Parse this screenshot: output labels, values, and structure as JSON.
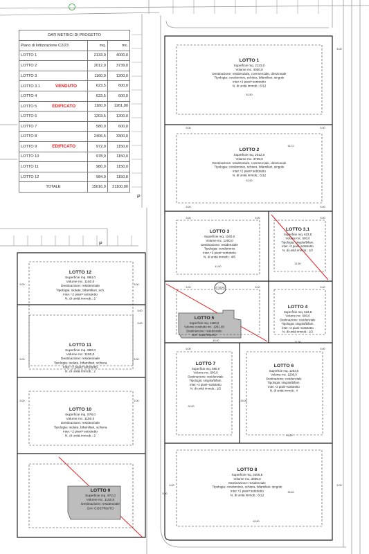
{
  "table": {
    "title": "DATI METRICI DI PROGETTO",
    "columns": [
      "Piano di lottizzazione C2/23",
      "mq.",
      "mc."
    ],
    "rows": [
      {
        "lotto": "LOTTO 1",
        "note": "",
        "mq": "2133,0",
        "mc": "4000,0"
      },
      {
        "lotto": "LOTTO 2",
        "note": "",
        "mq": "2012,0",
        "mc": "3739,0"
      },
      {
        "lotto": "LOTTO 3",
        "note": "",
        "mq": "1160,0",
        "mc": "1200,0"
      },
      {
        "lotto": "LOTTO 3.1",
        "note": "VENDUTO",
        "mq": "623,5",
        "mc": "600,0"
      },
      {
        "lotto": "LOTTO 4",
        "note": "",
        "mq": "623,5",
        "mc": "600,0"
      },
      {
        "lotto": "LOTTO 5",
        "note": "EDIFICATO",
        "mq": "1160,0",
        "mc": "1261,00"
      },
      {
        "lotto": "LOTTO 6",
        "note": "",
        "mq": "1203,5",
        "mc": "1200,0"
      },
      {
        "lotto": "LOTTO 7",
        "note": "",
        "mq": "580,0",
        "mc": "600,0"
      },
      {
        "lotto": "LOTTO 8",
        "note": "",
        "mq": "2406,5",
        "mc": "3300,0"
      },
      {
        "lotto": "LOTTO 9",
        "note": "EDIFICATO",
        "mq": "972,0",
        "mc": "1150,0"
      },
      {
        "lotto": "LOTTO 10",
        "note": "",
        "mq": "978,0",
        "mc": "1150,0"
      },
      {
        "lotto": "LOTTO 11",
        "note": "",
        "mq": "980,0",
        "mc": "1150,0"
      },
      {
        "lotto": "LOTTO 12",
        "note": "",
        "mq": "984,0",
        "mc": "1150,0"
      }
    ],
    "total_label": "TOTALE",
    "total_mq": "15616,0",
    "total_mc": "21100,00"
  },
  "colors": {
    "red_note": "#e31e1e",
    "line": "#222222",
    "built": "#bdbdbd",
    "road": "#9a9a9a"
  },
  "labels": {
    "parking": "P",
    "plan_badge": "C2/23"
  },
  "lots": {
    "l1": {
      "title": "LOTTO 1",
      "lines": [
        "Superficie mq. 2133,0",
        "Volume mc. 4000,0",
        "Destinazione: residenziale, commerciale, direzionale",
        "Tipologia: condominio, schiera, bifamiliari, singole",
        "inter.+2 piani+sottotetto",
        "N. di unità immob.: 6/12"
      ],
      "dims": [
        "61,50",
        "5.00",
        "5.00",
        "5.00"
      ]
    },
    "l2": {
      "title": "LOTTO 2",
      "lines": [
        "Superficie mq. 2012,0",
        "Volume mc. 3739,0",
        "Destinazione: residenziale, commerciale, direzionale",
        "Tipologia: condominio, schiera, bifamiliari, singole",
        "inter.+2 piani+sottotetto",
        "N. di unità immob.: 6/12"
      ],
      "dims": [
        "61,50",
        "32,72",
        "5.00",
        "5.00"
      ]
    },
    "l3": {
      "title": "LOTTO 3",
      "lines": [
        "Superficie mq. 1160,0",
        "Volume mc. 1200,0",
        "Destinazione: residenziale",
        "Tipologia: condominio",
        "inter.+2 piani+sottotetto",
        "N. di unità immob.: 4/6"
      ],
      "dims": [
        "41,00",
        "5.00",
        "5.00"
      ]
    },
    "l31": {
      "title": "LOTTO 3.1",
      "lines": [
        "Superficie mq. 623,5",
        "Volume mc. 600,0",
        "Tipologia: singola/bifam.",
        "inter.+2 piani+sottotetto",
        "N. di unità immob.: 1/2"
      ],
      "dims": [
        "21,50",
        "5.00"
      ]
    },
    "l4": {
      "title": "LOTTO 4",
      "lines": [
        "Superficie mq. 623,5",
        "Volume mc. 600,0",
        "Destinazione: residenziale",
        "Tipologia: singola/bifam.",
        "inter.+2 piani+sottotetto",
        "N. di unità immob.: 1/2"
      ],
      "dims": [
        "21,50",
        "5.00"
      ]
    },
    "l5": {
      "title": "LOTTO 5",
      "lines": [
        "Superficie mq. 1160,0",
        "Volume costruito mc. 1261,00",
        "Destinazione: residenziale",
        "GIA' COSTRUITO"
      ],
      "dims": [
        "40,00",
        "5.00",
        "5.00"
      ]
    },
    "l6": {
      "title": "LOTTO 6",
      "lines": [
        "Superficie mq. 1203,5",
        "Volume mc. 1200,0",
        "Destinazione: residenziale",
        "Tipologia: singola/bifam.",
        "inter.+2 piani+sottotetto",
        "N. di unità immob.: 4"
      ],
      "dims": [
        "41,50",
        "29,00",
        "5.00"
      ]
    },
    "l7": {
      "title": "LOTTO 7",
      "lines": [
        "Superficie mq. 580,0",
        "Volume mc. 600,0",
        "Destinazione: residenziale",
        "Tipologia: singola/bifam.",
        "inter.+2 piani+sottotetto",
        "N. di unità immob.: 1/2"
      ],
      "dims": [
        "20,00",
        "5.00"
      ]
    },
    "l8": {
      "title": "LOTTO 8",
      "lines": [
        "Superficie mq. 2406,5",
        "Volume mc. 3300,0",
        "Destinazione: residenziale",
        "Tipologia: condominio, schiera, bifamiliari, singole",
        "inter.+2 piani+sottotetto",
        "N. di unità immob.: 6/12"
      ],
      "dims": [
        "61,50",
        "39,62",
        "5.00",
        "5.00"
      ]
    },
    "l9": {
      "title": "LOTTO 9",
      "lines": [
        "Superficie mq. 972,0",
        "Volume mc. 1150,0",
        "Destinazione: residenziale",
        "GIA' COSTRUITO"
      ],
      "dims": [
        "5.00"
      ]
    },
    "l10": {
      "title": "LOTTO 10",
      "lines": [
        "Superficie mq. 978,0",
        "Volume mc. 1150,0",
        "Destinazione: residenziale",
        "Tipologia: isolate, bifamiliari, schiera",
        "inter.+2 piani+sottotetto",
        "N. di unità immob.: 2"
      ],
      "dims": [
        "5.00",
        "5.00"
      ]
    },
    "l11": {
      "title": "LOTTO 11",
      "lines": [
        "Superficie mq. 980,0",
        "Volume mc. 1150,0",
        "Destinazione: residenziale",
        "Tipologia: isolate, bifamiliari, schiera",
        "inter.+2 piani+sottotetto",
        "N. di unità immob.: 2"
      ],
      "dims": [
        "5.00",
        "5.00",
        "5.00"
      ]
    },
    "l12": {
      "title": "LOTTO 12",
      "lines": [
        "Superficie mq. 984,0",
        "Volume mc. 1150,0",
        "Destinazione: residenziale",
        "Tipologia: isolate, bifamiliari, sch.",
        "inter.+2 piani+sottotetto",
        "N. di unità immob.: 2"
      ],
      "dims": [
        "5.00",
        "5.00",
        "5.00"
      ]
    }
  }
}
